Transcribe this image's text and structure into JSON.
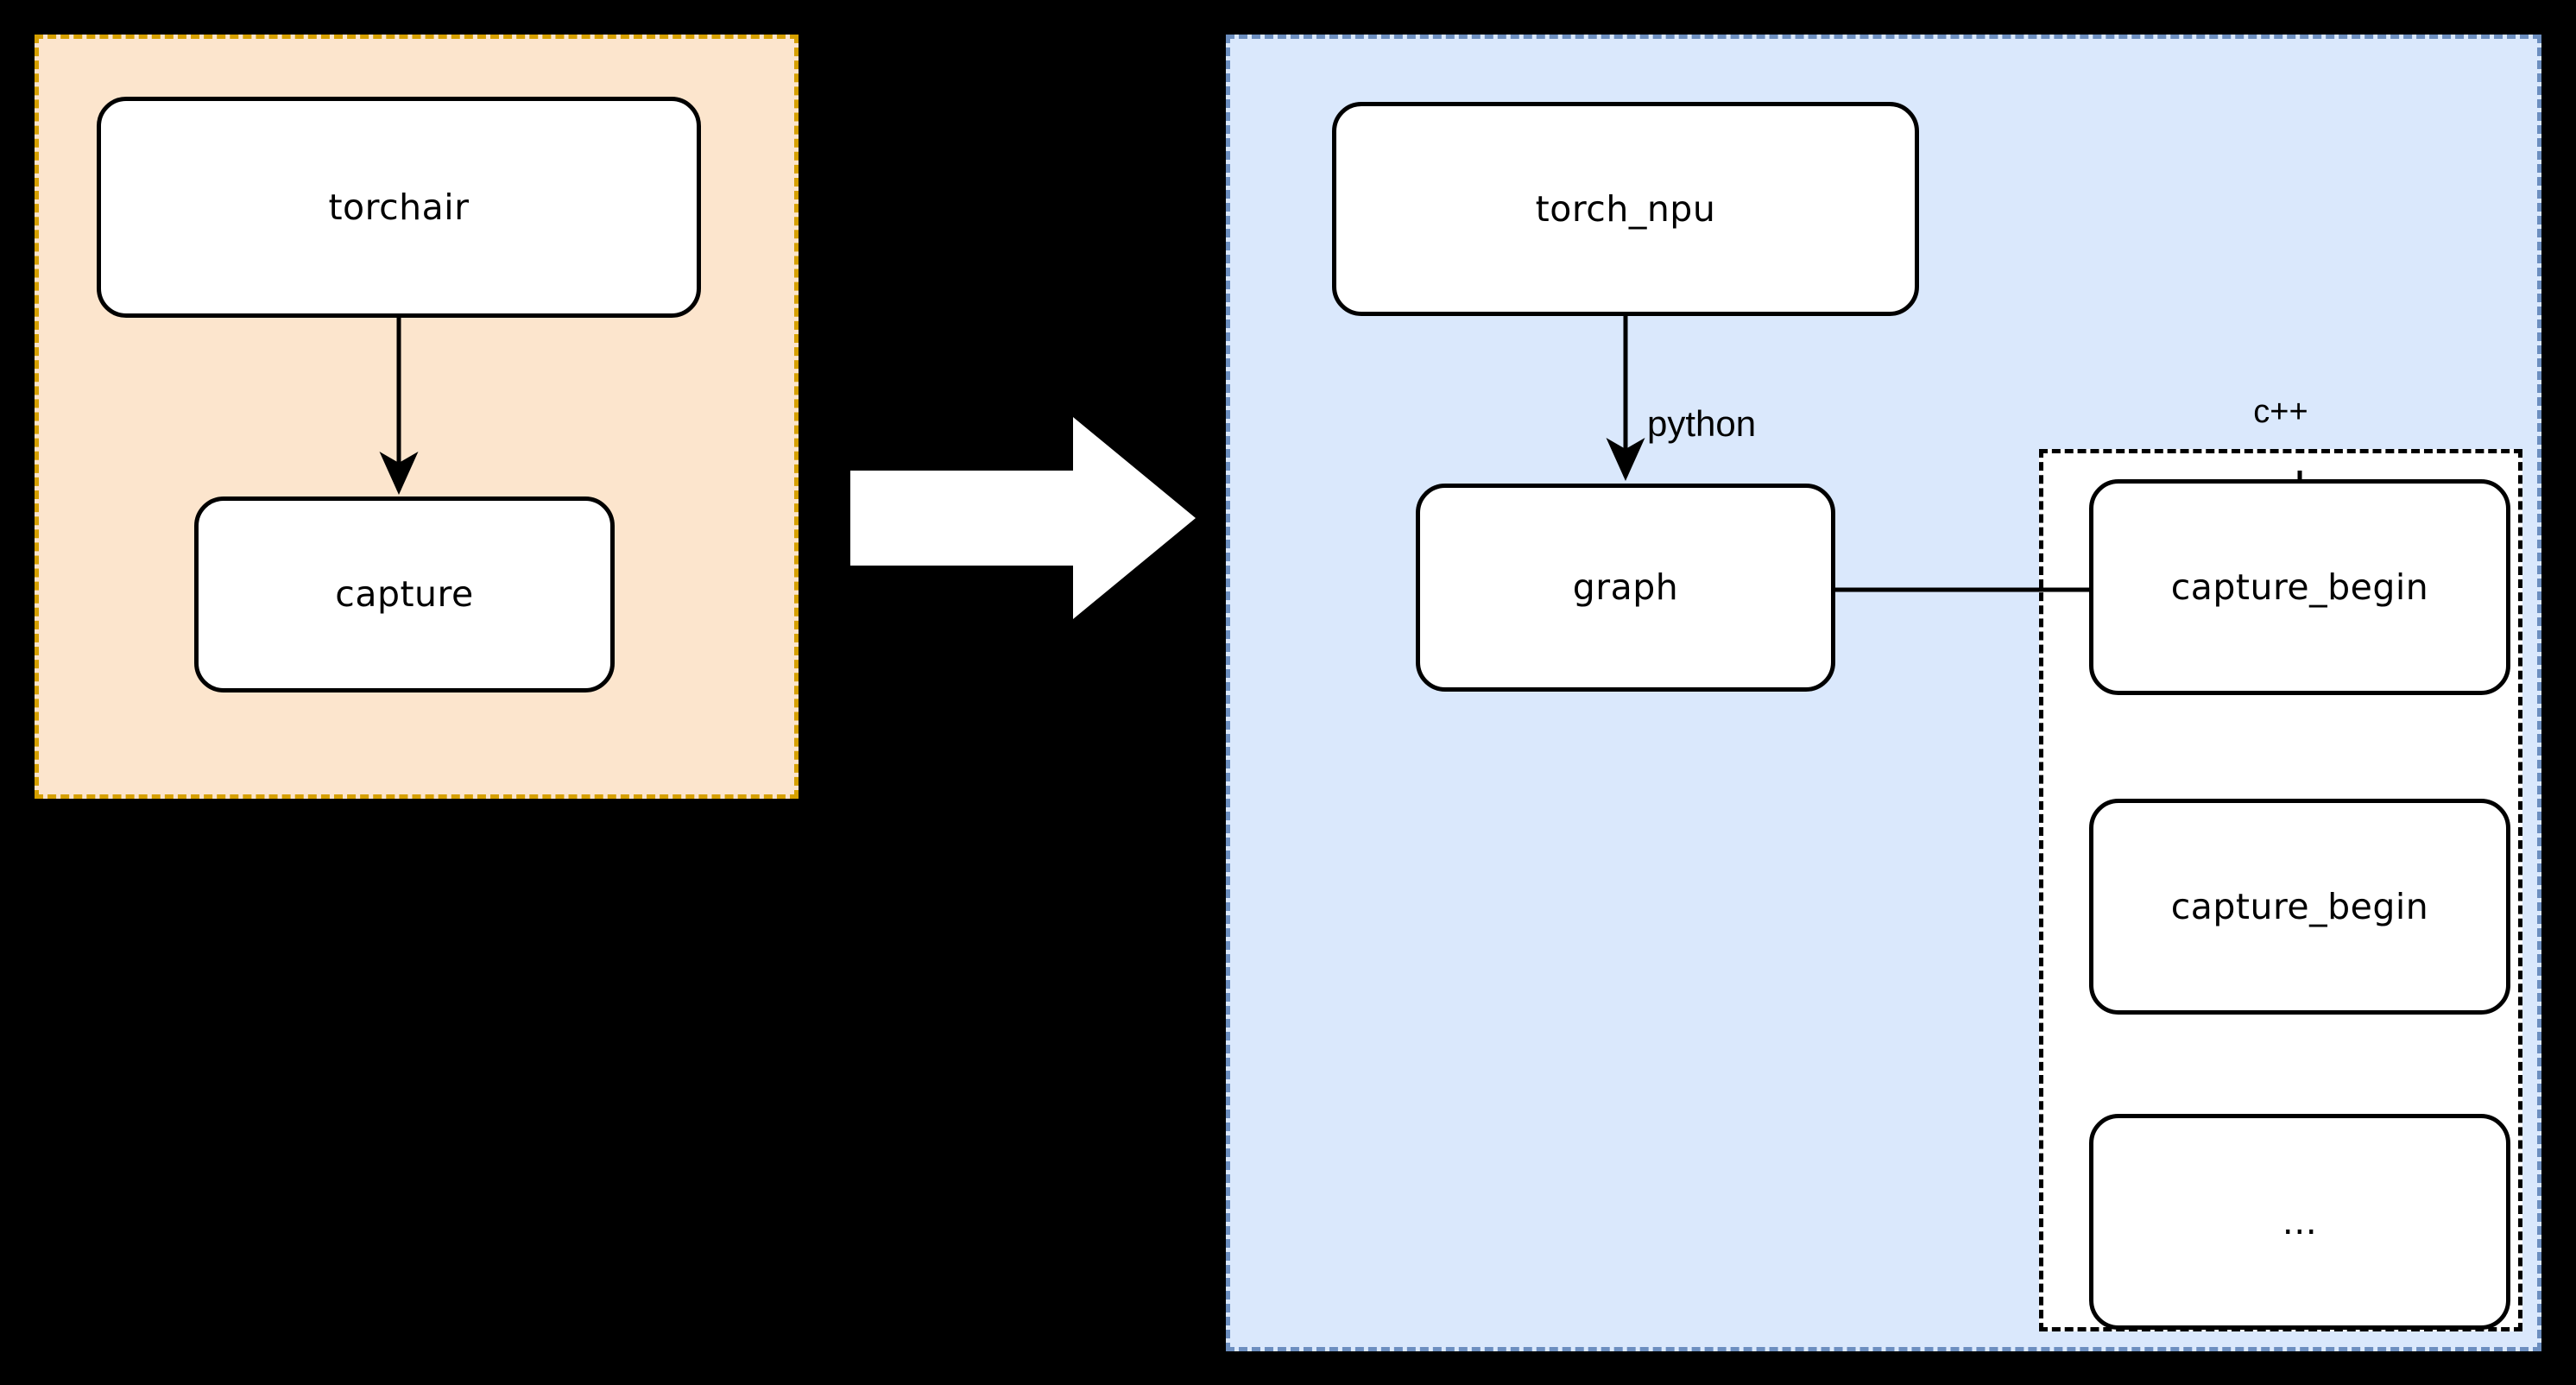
{
  "diagram": {
    "type": "flow-transformation",
    "title": "",
    "left_group": {
      "name": "torchair",
      "fill_color": "#FCE5CD",
      "border_color": "#D6A000",
      "border_style": "dashed",
      "nodes": [
        {
          "id": "torchair",
          "label": "torchair"
        },
        {
          "id": "capture",
          "label": "capture"
        }
      ],
      "edges": [
        {
          "from": "torchair",
          "to": "capture",
          "label": "",
          "arrow": "down"
        }
      ]
    },
    "transform_arrow": {
      "direction": "right",
      "color": "#FFFFFF",
      "label": ""
    },
    "right_group": {
      "name": "torch_npu",
      "fill_color": "#DAE8FC",
      "border_color": "#6C8EBF",
      "border_style": "dashed",
      "nodes": [
        {
          "id": "torch_npu",
          "label": "torch_npu"
        },
        {
          "id": "graph",
          "label": "graph"
        }
      ],
      "edges": [
        {
          "from": "torch_npu",
          "to": "graph",
          "label": "python",
          "arrow": "down"
        },
        {
          "from": "graph",
          "to": "capture_begin_1",
          "label": "",
          "arrow": "none"
        }
      ],
      "subgroup": {
        "label": "c++",
        "fill_color": "#FFFFFF",
        "border_color": "#000000",
        "border_style": "dashed",
        "nodes": [
          {
            "id": "capture_begin_1",
            "label": "capture_begin"
          },
          {
            "id": "capture_begin_2",
            "label": "capture_begin"
          },
          {
            "id": "ellipsis",
            "label": "..."
          }
        ]
      }
    },
    "background_color": "#000000",
    "node_fill_color": "#FFFFFF",
    "node_border_color": "#000000"
  }
}
